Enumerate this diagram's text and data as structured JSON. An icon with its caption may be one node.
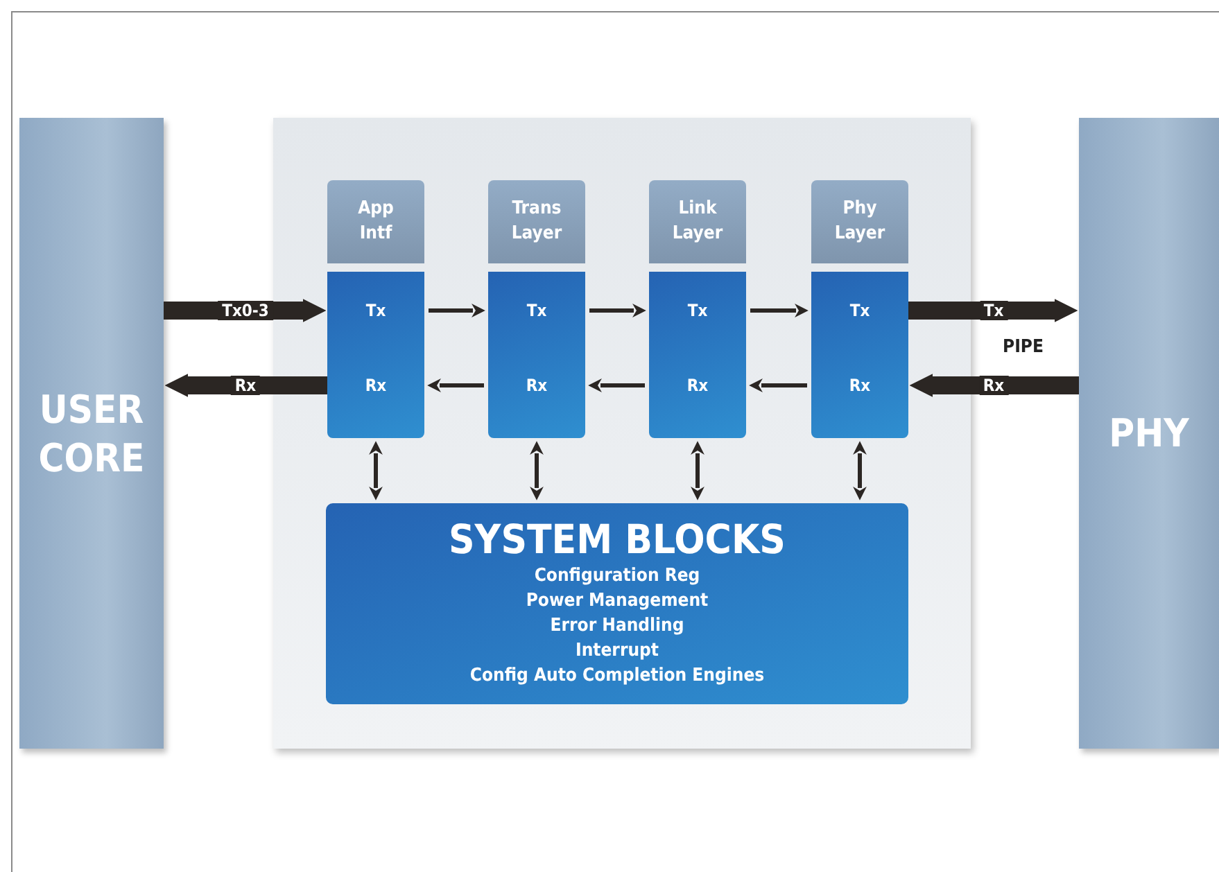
{
  "diagram": {
    "nodes": [
      {
        "text": [
          "USER CORE"
        ]
      },
      {
        "text": [],
        "shape": "box"
      },
      {
        "text": [
          "App Intf",
          "Tx",
          "Rx"
        ],
        "in": 1
      },
      {
        "text": [
          "Trans Layer",
          "Tx",
          "Rx"
        ],
        "in": 1
      },
      {
        "text": [
          "Link Layer",
          "Tx",
          "Rx"
        ],
        "in": 1
      },
      {
        "text": [
          "Phy Layer",
          "Tx",
          "Rx"
        ],
        "in": 1
      },
      {
        "text": [
          "SYSTEM BLOCKS",
          "Configuration Reg",
          "Power Management",
          "Error Handling",
          "Interrupt",
          "Config Auto Completion Engines"
        ],
        "in": 1
      },
      {
        "text": [
          "PHY"
        ]
      }
    ],
    "edges": [
      {
        "from": 0,
        "to": 2,
        "arrow": "to",
        "label": "Tx0-3",
        "style": "thick"
      },
      {
        "from": 2,
        "to": 0,
        "arrow": "to",
        "label": "Rx",
        "style": "thick"
      },
      {
        "from": 2,
        "to": 3,
        "arrow": "to"
      },
      {
        "from": 3,
        "to": 4,
        "arrow": "to"
      },
      {
        "from": 4,
        "to": 5,
        "arrow": "to"
      },
      {
        "from": 3,
        "to": 2,
        "arrow": "to"
      },
      {
        "from": 4,
        "to": 3,
        "arrow": "to"
      },
      {
        "from": 5,
        "to": 4,
        "arrow": "to"
      },
      {
        "from": 5,
        "to": 7,
        "arrow": "to",
        "label": "Tx",
        "style": "thick"
      },
      {
        "from": 7,
        "to": 5,
        "arrow": "to",
        "label": "Rx",
        "style": "thick"
      },
      {
        "from": 2,
        "to": 6,
        "arrow": "both"
      },
      {
        "from": 3,
        "to": 6,
        "arrow": "both"
      },
      {
        "from": 4,
        "to": 6,
        "arrow": "both"
      },
      {
        "from": 5,
        "to": 6,
        "arrow": "both"
      }
    ],
    "labels": [
      "PIPE"
    ]
  }
}
